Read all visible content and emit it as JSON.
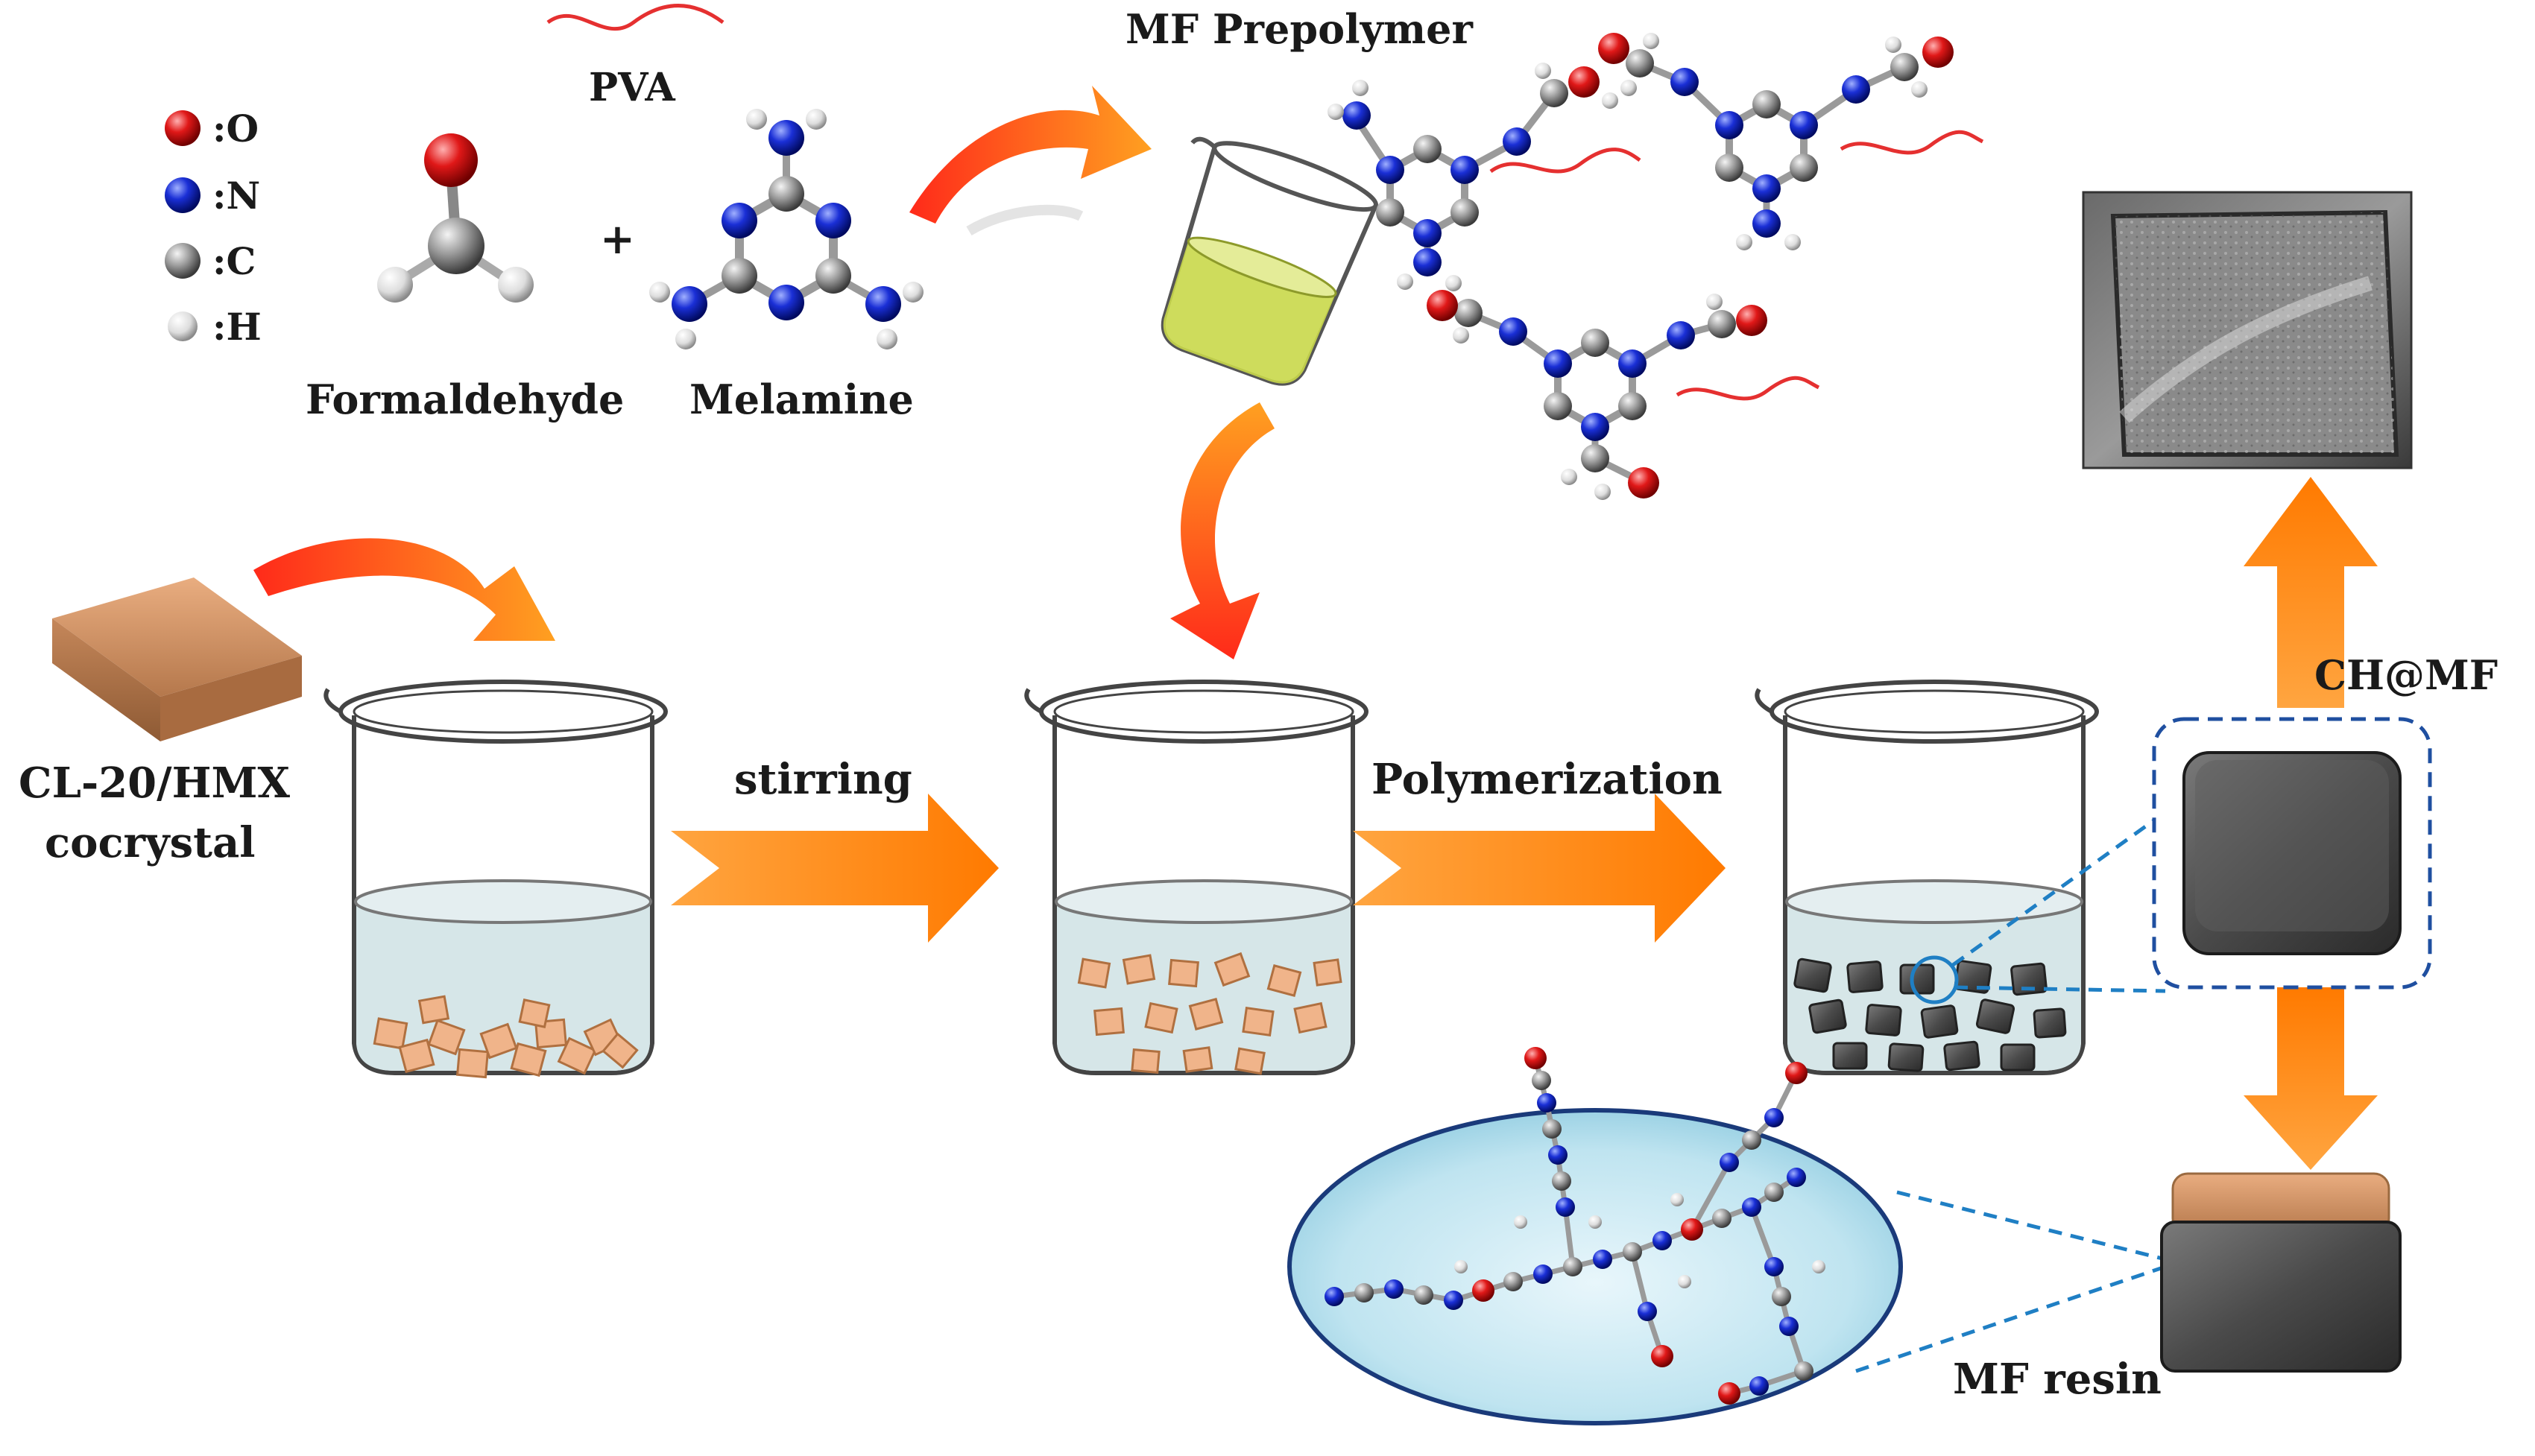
{
  "legend": {
    "items": [
      {
        "symbol": ":O",
        "element": "O",
        "color": "#e01818"
      },
      {
        "symbol": ":N",
        "element": "N",
        "color": "#1a2fd6"
      },
      {
        "symbol": ":C",
        "element": "C",
        "color": "#9a9a9a"
      },
      {
        "symbol": ":H",
        "element": "H",
        "color": "#e6e6e6"
      }
    ]
  },
  "labels": {
    "pva": "PVA",
    "formaldehyde": "Formaldehyde",
    "plus": "+",
    "melamine": "Melamine",
    "mf_prepolymer": "MF Prepolymer",
    "cocrystal_line1": "CL-20/HMX",
    "cocrystal_line2": "cocrystal",
    "stirring": "stirring",
    "polymerization": "Polymerization",
    "chmf": "CH@MF",
    "mf_resin": "MF resin"
  },
  "colors": {
    "arrow_orange": "#ff8a10",
    "curved_red": "#ff3a1a",
    "crystal_tan": "#e8a878",
    "coated_gray": "#4a4a4a",
    "solution": "#d6e6e8",
    "prepolymer_liquid": "#c9d84a",
    "pva_line": "#e53030",
    "dashed_blue": "#1f7fc4"
  }
}
